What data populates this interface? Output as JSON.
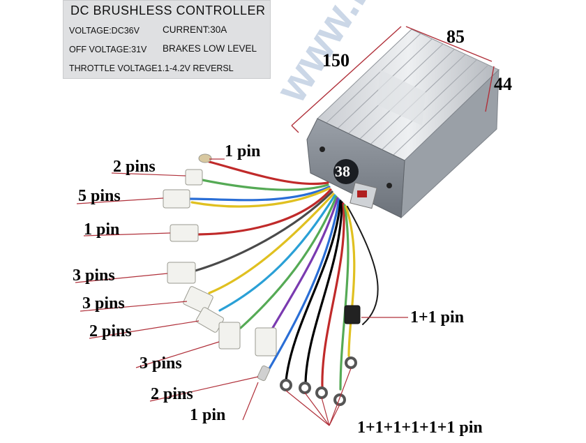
{
  "spec_label": {
    "title": "DC  BRUSHLESS  CONTROLLER",
    "voltage": "VOLTAGE:DC36V",
    "current": "CURRENT:30A",
    "off_voltage": "OFF VOLTAGE:31V",
    "brakes": "BRAKES LOW LEVEL",
    "throttle": "THROTTLE VOLTAGE1.1-4.2V REVERSL"
  },
  "dimensions": {
    "length": "150",
    "width": "85",
    "height": "44"
  },
  "badge": "38",
  "connectors": {
    "c1": "1 pin",
    "c2": "2 pins",
    "c3": "5 pins",
    "c4": "1 pin",
    "c5": "3 pins",
    "c6": "3 pins",
    "c7": "2 pins",
    "c8": "3 pins",
    "c9": "2 pins",
    "c10": "1 pin",
    "right": "1+1 pin",
    "bottom": "1+1+1+1+1+1 pin"
  },
  "watermark": "www.hetas.lt",
  "colors": {
    "label_bg": "#dfe0e2",
    "housing": "#b9bdc3",
    "annotation_line": "#b0303a",
    "text": "#000000"
  }
}
